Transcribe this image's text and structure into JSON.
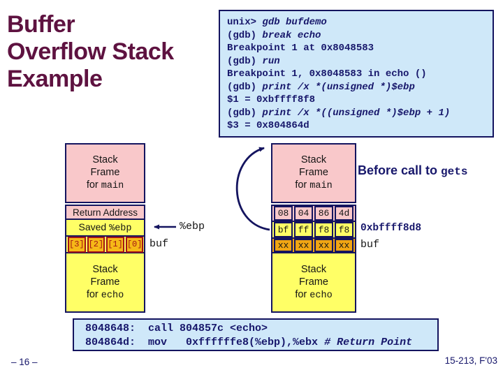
{
  "slide": {
    "title_line1": "Buffer",
    "title_line2": "Overflow Stack",
    "title_line3": "Example",
    "footer_left": "– 16 –",
    "footer_right": "15-213, F'03"
  },
  "colors": {
    "title_maroon": "#5e1240",
    "navy_text": "#17176b",
    "navy_border": "#14145f",
    "console_blue_bg": "#cfe8f9",
    "frame_pink": "#f9c8ca",
    "frame_yellow": "#ffff66",
    "buf_orange": "#f0a513",
    "buf_cell_gold": "#f6b917",
    "dark_red": "#a31515",
    "slide_bg": "#ffffff"
  },
  "gdb": {
    "lines": [
      {
        "plain": "unix> ",
        "cmd": "gdb bufdemo"
      },
      {
        "plain": "(gdb) ",
        "cmd": "break echo"
      },
      {
        "plain": "Breakpoint 1 at 0x8048583"
      },
      {
        "plain": "(gdb) ",
        "cmd": "run"
      },
      {
        "plain": "Breakpoint 1, 0x8048583 in echo ()"
      },
      {
        "plain": "(gdb) ",
        "cmd": "print /x *(unsigned *)$ebp"
      },
      {
        "plain": "$1 = 0xbffff8f8"
      },
      {
        "plain": "(gdb) ",
        "cmd": "print /x *((unsigned *)$ebp + 1)"
      },
      {
        "plain": "$3 = 0x804864d"
      }
    ]
  },
  "left_stack": {
    "main_frame": {
      "line1": "Stack",
      "line2": "Frame",
      "for_word": "for ",
      "fn": "main"
    },
    "return_address": "Return Address",
    "saved_label": "Saved ",
    "saved_reg": "%ebp",
    "buf_cells": [
      "[3]",
      "[2]",
      "[1]",
      "[0]"
    ],
    "buf_label": "buf",
    "ebp_label": "%ebp",
    "echo_frame": {
      "line1": "Stack",
      "line2": "Frame",
      "for_word": "for ",
      "fn": "echo"
    }
  },
  "right_stack": {
    "main_frame": {
      "line1": "Stack",
      "line2": "Frame",
      "for_word": "for ",
      "fn": "main"
    },
    "ret_bytes": [
      "08",
      "04",
      "86",
      "4d"
    ],
    "ebp_bytes": [
      "bf",
      "ff",
      "f8",
      "f8"
    ],
    "buf_bytes": [
      "xx",
      "xx",
      "xx",
      "xx"
    ],
    "addr_label": "0xbffff8d8",
    "buf_label": "buf",
    "echo_frame": {
      "line1": "Stack",
      "line2": "Frame",
      "for_word": "for ",
      "fn": "echo"
    }
  },
  "caption": {
    "before_text": "Before call to ",
    "fn": "gets"
  },
  "asm": {
    "line1": "8048648:  call 804857c <echo>",
    "line2_code": "804864d:  mov   0xffffffe8(%ebp),%ebx ",
    "line2_comment": "# Return Point"
  }
}
